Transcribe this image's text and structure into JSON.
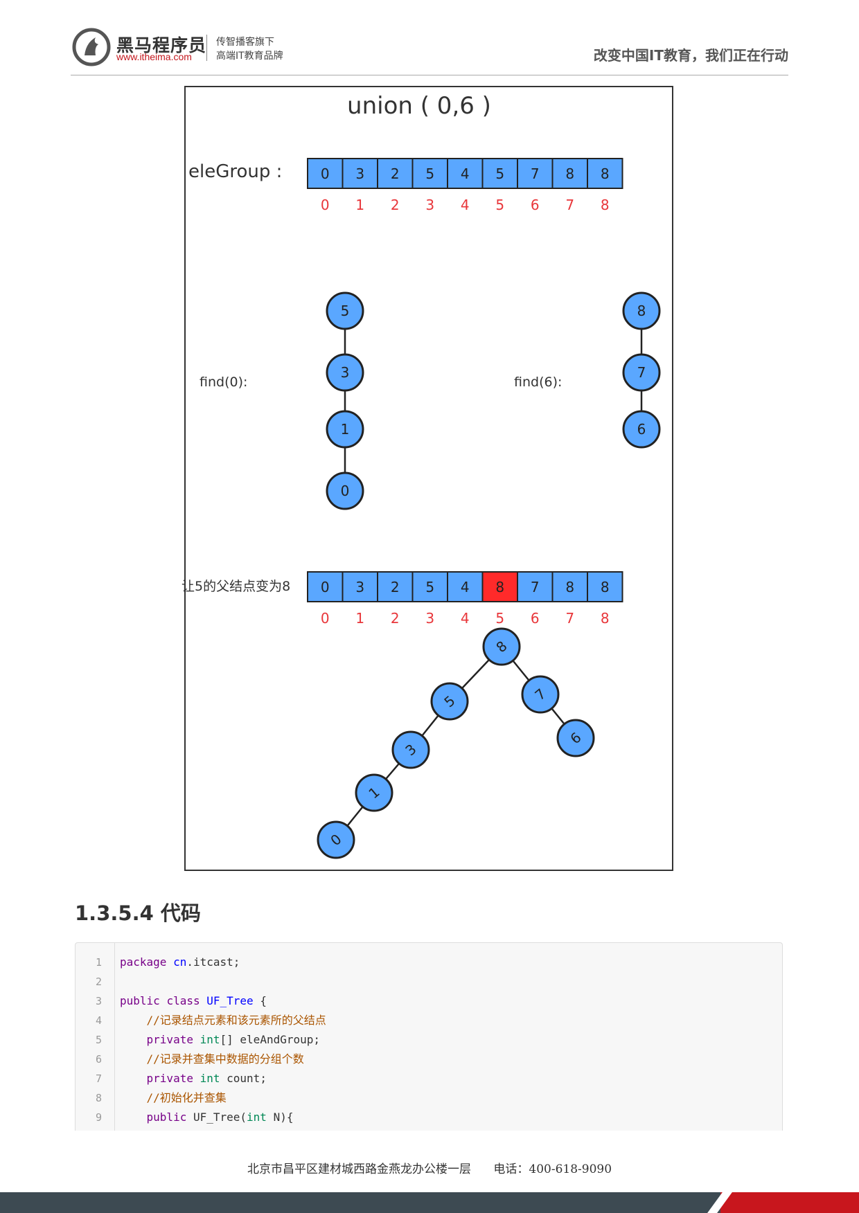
{
  "header": {
    "brand_name": "黑马程序员",
    "brand_url": "www.itheima.com",
    "tagline_1": "传智播客旗下",
    "tagline_2": "高端IT教育品牌",
    "slogan": "改变中国IT教育，我们正在行动"
  },
  "figure": {
    "title": "union ( 0,6 )",
    "array1_label": "eleGroup :",
    "array1_values": [
      "0",
      "3",
      "2",
      "5",
      "4",
      "5",
      "7",
      "8",
      "8"
    ],
    "array1_indices": [
      "0",
      "1",
      "2",
      "3",
      "4",
      "5",
      "6",
      "7",
      "8"
    ],
    "find0_label": "find(0):",
    "find0_chain": [
      "5",
      "3",
      "1",
      "0"
    ],
    "find6_label": "find(6):",
    "find6_chain": [
      "8",
      "7",
      "6"
    ],
    "array2_label": "让5的父结点变为8",
    "array2_values": [
      "0",
      "3",
      "2",
      "5",
      "4",
      "8",
      "7",
      "8",
      "8"
    ],
    "array2_indices": [
      "0",
      "1",
      "2",
      "3",
      "4",
      "5",
      "6",
      "7",
      "8"
    ],
    "highlight_index": 5,
    "merged_tree": {
      "root": "8",
      "left_chain": [
        "5",
        "3",
        "1",
        "0"
      ],
      "right_chain": [
        "7",
        "6"
      ]
    },
    "colors": {
      "node_fill": "#5aa7ff",
      "node_stroke": "#222222",
      "highlight_fill": "#ff2a2a",
      "index_color": "#e8363a"
    }
  },
  "section": {
    "heading": "1.3.5.4 代码"
  },
  "code": {
    "lines": [
      {
        "n": "1",
        "tokens": [
          [
            "kw",
            "package"
          ],
          [
            "",
            " "
          ],
          [
            "pk",
            "cn"
          ],
          [
            "",
            ".itcast;"
          ]
        ]
      },
      {
        "n": "2",
        "tokens": []
      },
      {
        "n": "3",
        "tokens": [
          [
            "kw",
            "public"
          ],
          [
            "",
            " "
          ],
          [
            "kw",
            "class"
          ],
          [
            "",
            " "
          ],
          [
            "df",
            "UF_Tree"
          ],
          [
            "",
            " {"
          ]
        ]
      },
      {
        "n": "4",
        "tokens": [
          [
            "",
            "    "
          ],
          [
            "cm",
            "//记录结点元素和该元素所的父结点"
          ]
        ]
      },
      {
        "n": "5",
        "tokens": [
          [
            "",
            "    "
          ],
          [
            "kw",
            "private"
          ],
          [
            "",
            " "
          ],
          [
            "ty",
            "int"
          ],
          [
            "",
            "[] eleAndGroup;"
          ]
        ]
      },
      {
        "n": "6",
        "tokens": [
          [
            "",
            "    "
          ],
          [
            "cm",
            "//记录并查集中数据的分组个数"
          ]
        ]
      },
      {
        "n": "7",
        "tokens": [
          [
            "",
            "    "
          ],
          [
            "kw",
            "private"
          ],
          [
            "",
            " "
          ],
          [
            "ty",
            "int"
          ],
          [
            "",
            " count;"
          ]
        ]
      },
      {
        "n": "8",
        "tokens": [
          [
            "",
            "    "
          ],
          [
            "cm",
            "//初始化并查集"
          ]
        ]
      },
      {
        "n": "9",
        "tokens": [
          [
            "",
            "    "
          ],
          [
            "kw",
            "public"
          ],
          [
            "",
            " UF_Tree("
          ],
          [
            "ty",
            "int"
          ],
          [
            "",
            " N){"
          ]
        ]
      }
    ]
  },
  "footer": {
    "address": "北京市昌平区建材城西路金燕龙办公楼一层",
    "phone": "电话：400-618-9090"
  }
}
